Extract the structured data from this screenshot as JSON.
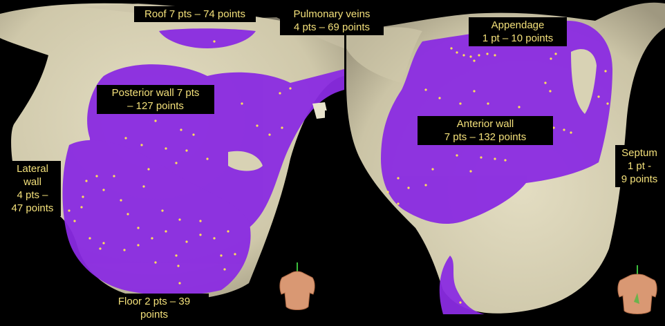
{
  "colors": {
    "tissue": "#d8d2b4",
    "tissue_shadow": "#aaa38a",
    "ablation": "#8a2be2",
    "ablation_dark": "#6f1fc4",
    "point": "#ffe15a",
    "label_text": "#f3e07a",
    "label_bg": "#000000"
  },
  "labels": {
    "roof": [
      "Roof 7 pts – 74 points"
    ],
    "pulmonary_veins": [
      "Pulmonary veins",
      "4 pts – 69 points"
    ],
    "posterior_wall": [
      "Posterior wall 7 pts",
      "– 127 points"
    ],
    "lateral_wall": [
      "Lateral",
      "wall",
      "4 pts –",
      "47 points"
    ],
    "floor": [
      "Floor 2 pts – 39",
      "points"
    ],
    "appendage": [
      "Appendage",
      "1 pt – 10 points"
    ],
    "anterior_wall": [
      "Anterior wall",
      "7 pts – 132 points"
    ],
    "septum": [
      "Septum",
      "1 pt -",
      "9 points"
    ]
  },
  "icons": {
    "left_orientation": "torso-back-icon",
    "right_orientation": "torso-front-icon"
  }
}
